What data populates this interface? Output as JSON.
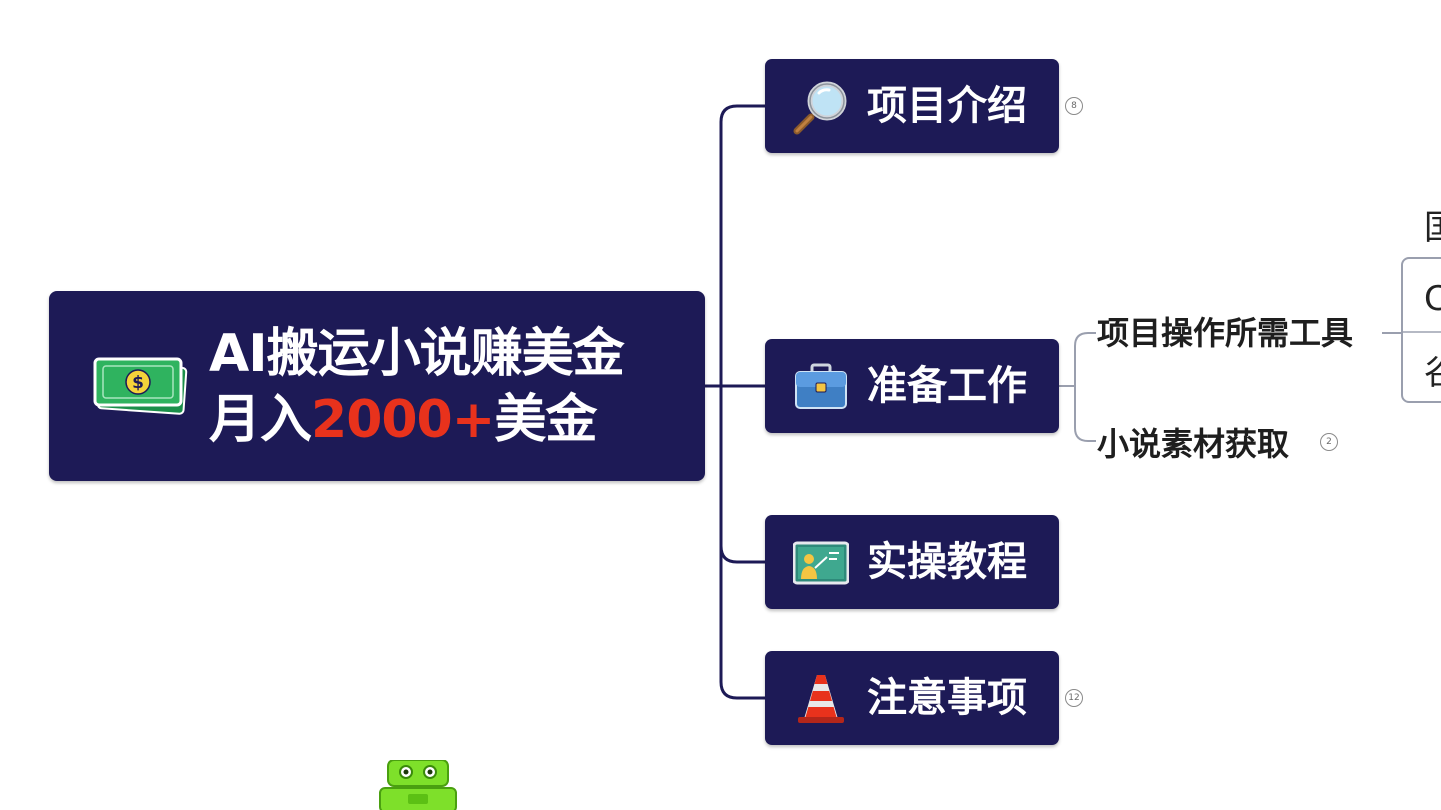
{
  "root": {
    "line1": "AI搬运小说赚美金",
    "line2_prefix": "月入",
    "line2_highlight": "2000+",
    "line2_suffix": "美金",
    "icon": "money-bill-icon"
  },
  "branches": [
    {
      "label": "项目介绍",
      "icon": "magnifier-icon",
      "badge": "8"
    },
    {
      "label": "准备工作",
      "icon": "briefcase-icon",
      "badge": ""
    },
    {
      "label": "实操教程",
      "icon": "presentation-board-icon",
      "badge": ""
    },
    {
      "label": "注意事项",
      "icon": "traffic-cone-icon",
      "badge": "12"
    }
  ],
  "sub_topics": [
    {
      "label": "项目操作所需工具",
      "badge": ""
    },
    {
      "label": "小说素材获取",
      "badge": "2"
    }
  ],
  "cut_off": {
    "top_char": "国",
    "row1_char": "C",
    "row2_char": "谷"
  },
  "colors": {
    "node_bg": "#1d1a56",
    "node_text": "#ffffff",
    "highlight": "#e8321c",
    "connector": "#1d1a56",
    "sub_connector": "#9a9fae"
  }
}
